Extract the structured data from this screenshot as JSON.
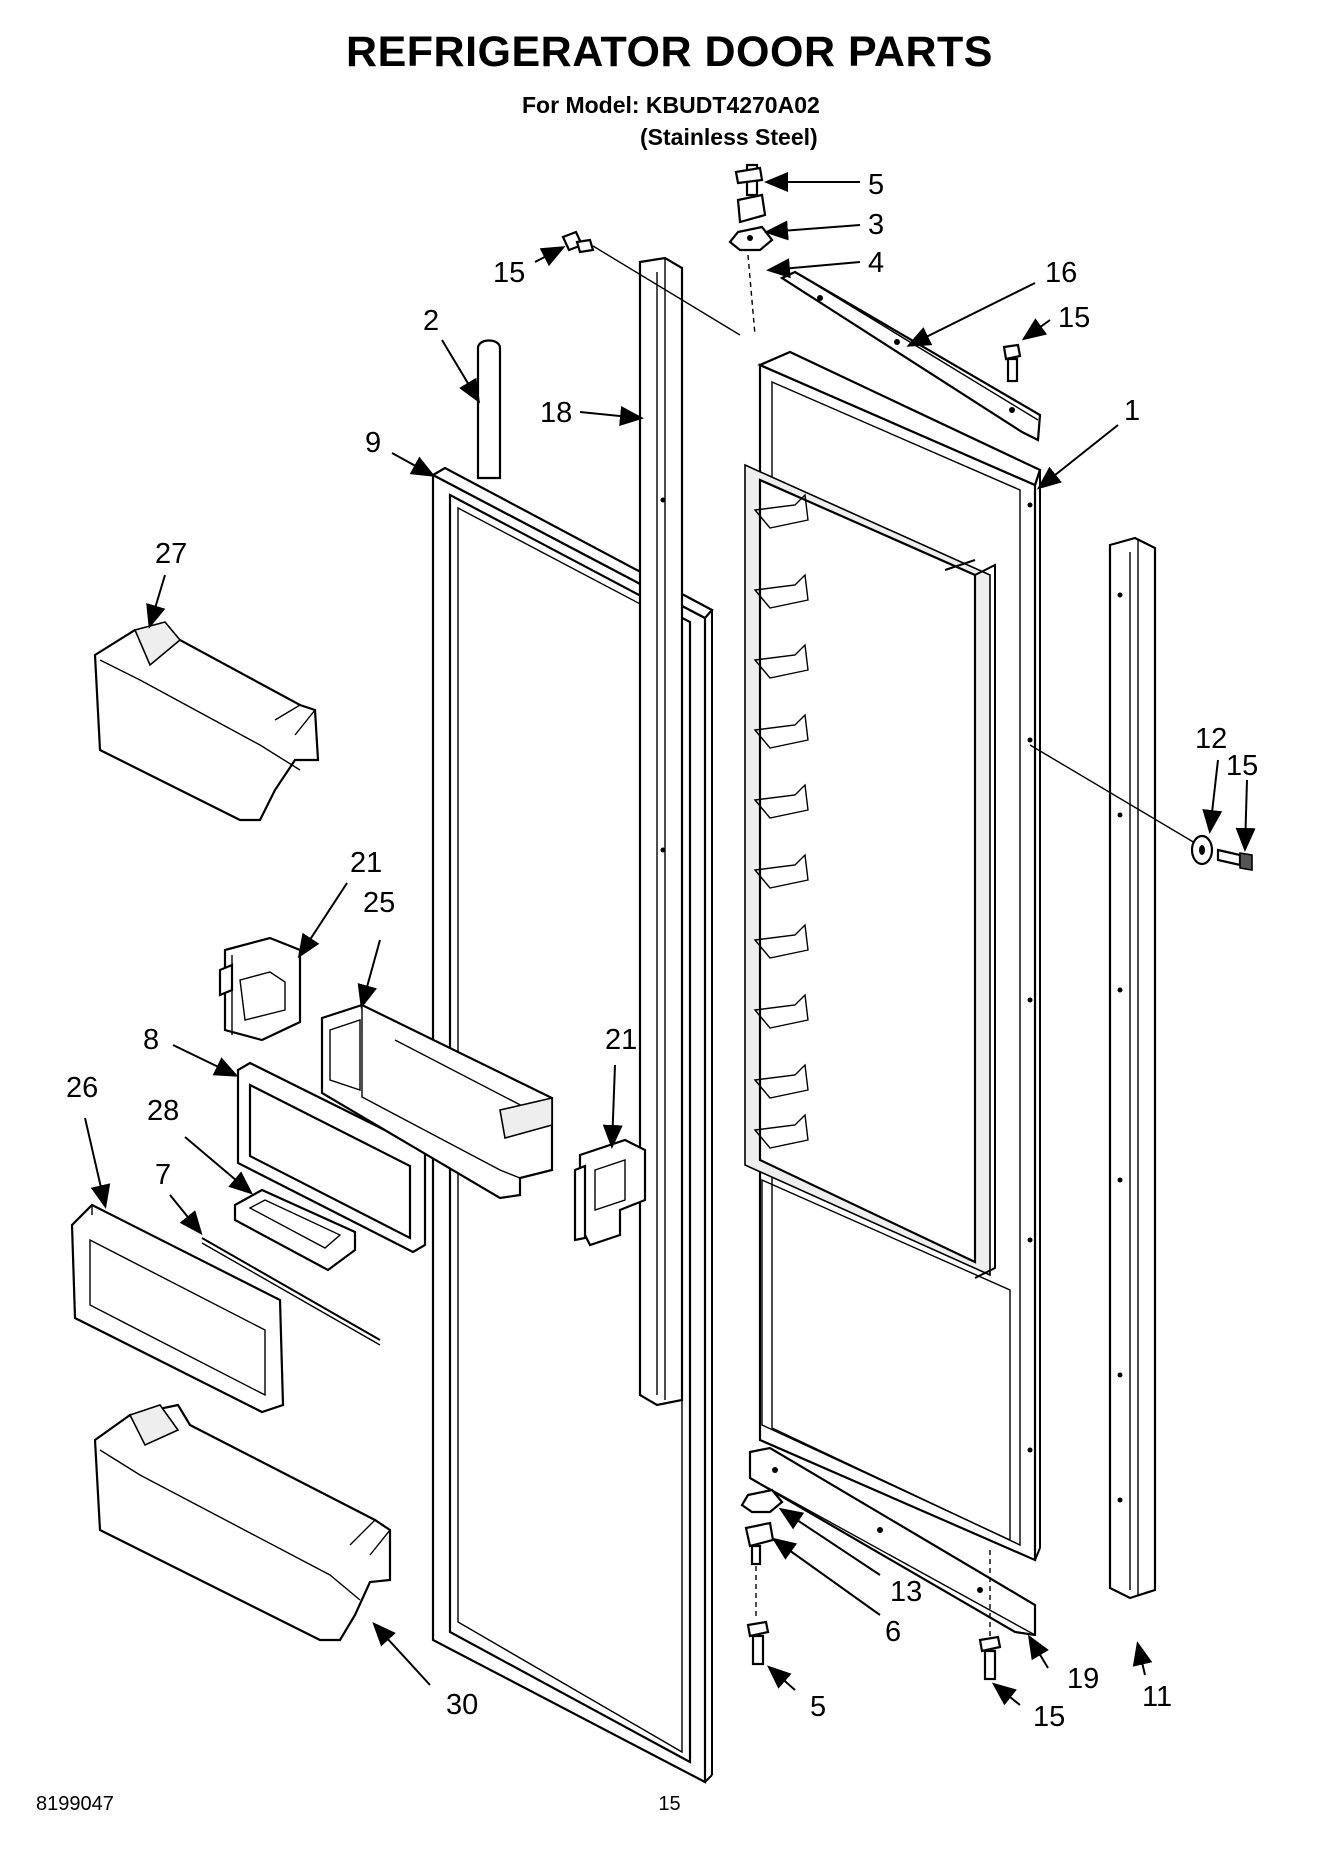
{
  "header": {
    "title": "REFRIGERATOR DOOR PARTS",
    "model_line": "For Model: KBUDT4270A02",
    "finish_line": "(Stainless Steel)"
  },
  "callouts": {
    "c5_top": "5",
    "c3": "3",
    "c4": "4",
    "c15_topleft": "15",
    "c16": "16",
    "c15_topright": "15",
    "c2": "2",
    "c18": "18",
    "c1": "1",
    "c9": "9",
    "c27": "27",
    "c12": "12",
    "c15_right": "15",
    "c21_left": "21",
    "c25": "25",
    "c8": "8",
    "c21_mid": "21",
    "c26": "26",
    "c28": "28",
    "c7": "7",
    "c13": "13",
    "c6": "6",
    "c19": "19",
    "c11": "11",
    "c30": "30",
    "c5_bottom": "5",
    "c15_bottom": "15"
  },
  "footer": {
    "doc_number": "8199047",
    "page_number": "15"
  }
}
